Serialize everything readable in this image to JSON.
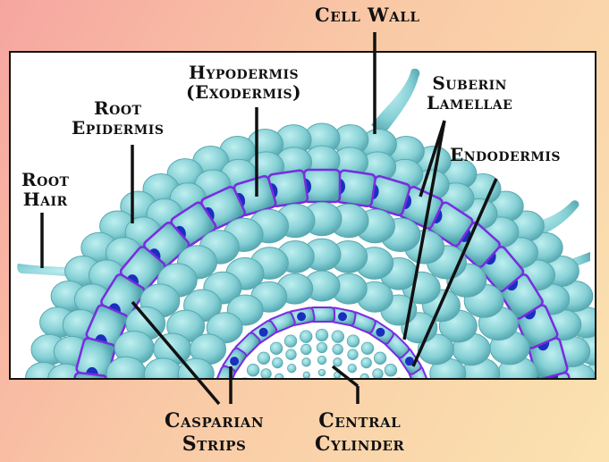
{
  "labels": {
    "cell_wall": "Cell Wall",
    "hypodermis": [
      "Hypodermis",
      "(Exodermis)"
    ],
    "suberin": [
      "Suberin",
      "Lamellae"
    ],
    "root_epidermis": [
      "Root",
      "Epidermis"
    ],
    "endodermis": "Endodermis",
    "root_hair": [
      "Root",
      "Hair"
    ],
    "casparian": [
      "Casparian",
      "Strips"
    ],
    "central_cylinder": [
      "Central",
      "Cylinder"
    ]
  },
  "colors": {
    "background_start": "#f6a6a0",
    "background_end": "#fbe3b0",
    "cell_fill": "#7fcfd3",
    "cell_edge": "#5aa8b0",
    "membrane": "#7a2be0",
    "casparian_dot": "#1a2fbf"
  }
}
